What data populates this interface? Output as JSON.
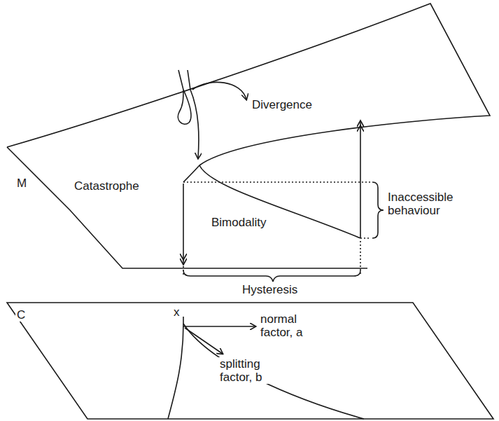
{
  "diagram": {
    "labels": [
      "M",
      "Divergence",
      "Catastrophe",
      "Bimodality",
      "Inaccessible behaviour",
      "Hysteresis",
      "C",
      "x",
      "normal factor, a",
      "splitting factor, b"
    ]
  }
}
